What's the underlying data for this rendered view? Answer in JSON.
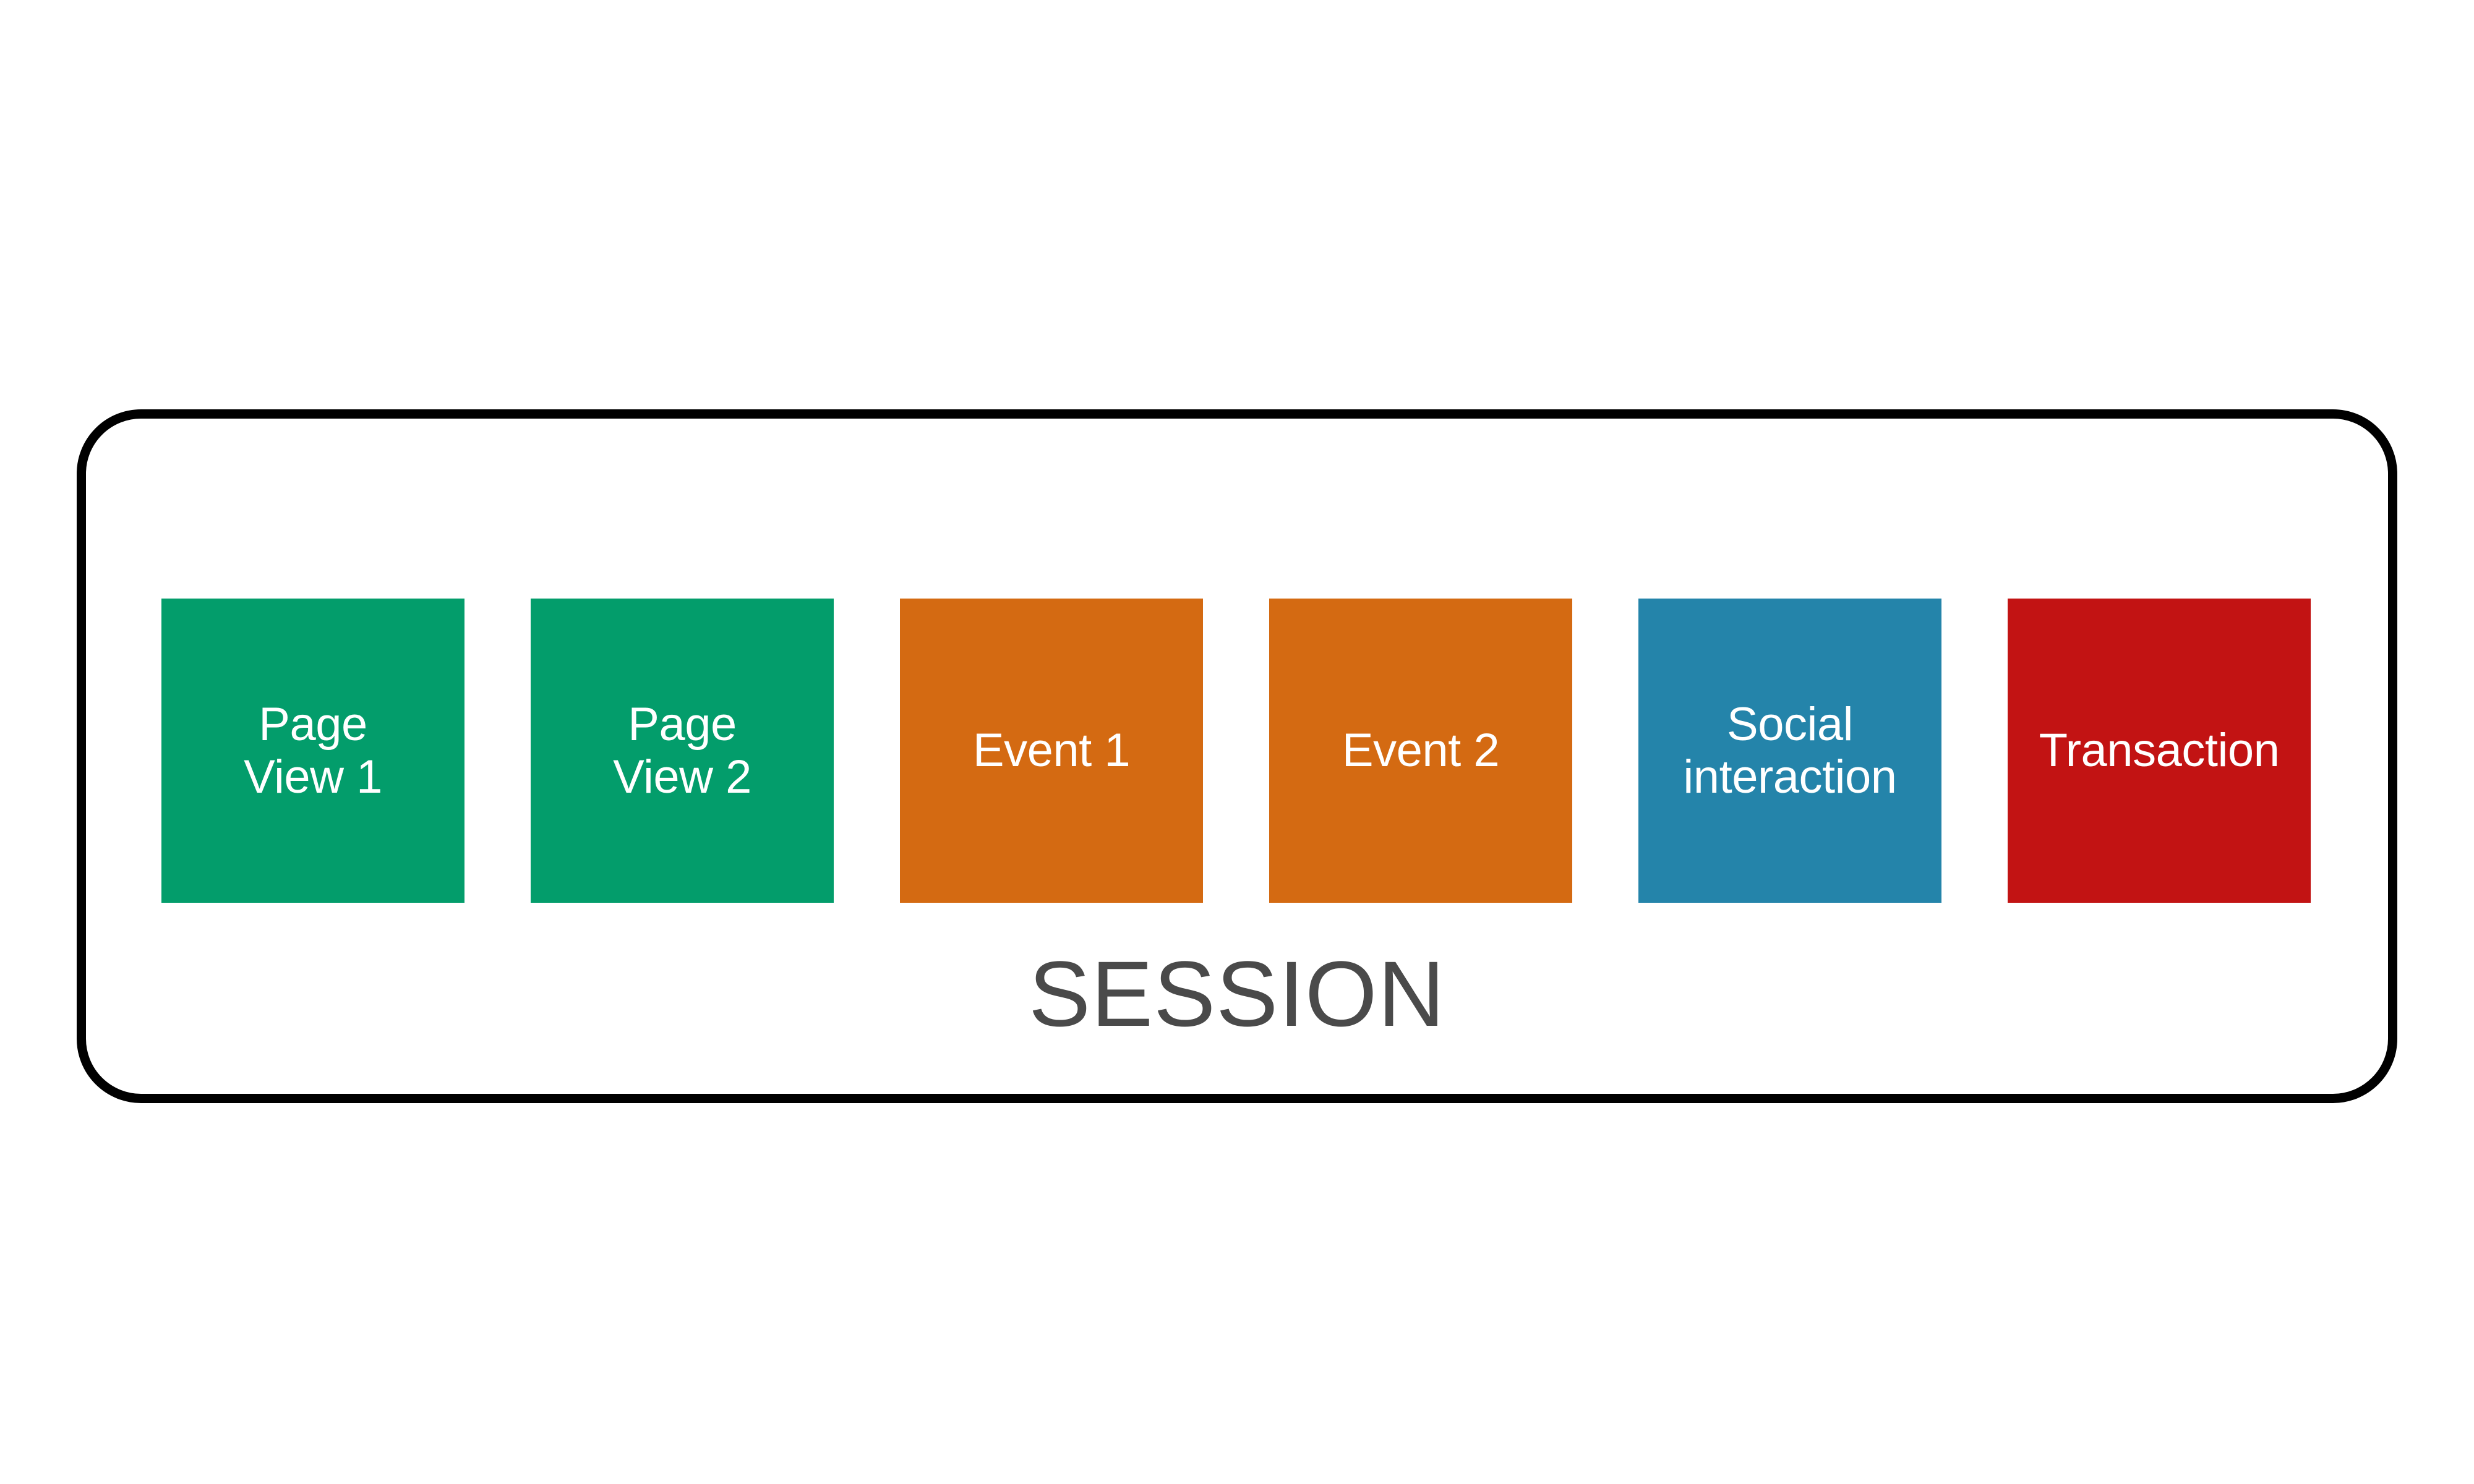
{
  "diagram": {
    "title": "Session composition diagram",
    "container": {
      "caption": "SESSION",
      "caption_color": "#4A4A4A",
      "border_color": "#000000",
      "background_color": "#FFFFFF"
    },
    "hits": [
      {
        "label": "Page\nView 1",
        "type": "page-view",
        "color": "#039D6B",
        "text_color": "#FFFFFF"
      },
      {
        "label": "Page\nView 2",
        "type": "page-view",
        "color": "#039D6B",
        "text_color": "#FFFFFF"
      },
      {
        "label": "Event 1",
        "type": "event",
        "color": "#D46A12",
        "text_color": "#FFFFFF"
      },
      {
        "label": "Event 2",
        "type": "event",
        "color": "#D46A12",
        "text_color": "#FFFFFF"
      },
      {
        "label": "Social\ninteraction",
        "type": "social-interaction",
        "color": "#2484AA",
        "text_color": "#FFFFFF"
      },
      {
        "label": "Transaction",
        "type": "transaction",
        "color": "#C21313",
        "text_color": "#FFFFFF"
      }
    ]
  }
}
